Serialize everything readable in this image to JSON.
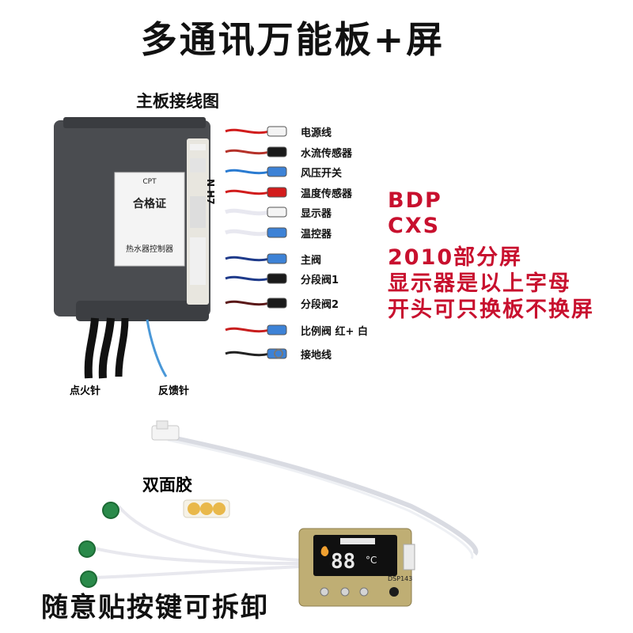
{
  "page": {
    "title": "多通讯万能板+屏",
    "subtitle": "主板接线图",
    "notes": [
      "BDP",
      "CXS",
      "2010部分屏",
      "显示器是以上字母",
      "开头可只换板不换屏"
    ],
    "footer": "随意贴按键可拆卸",
    "double_tape_label": "双面胶",
    "ignition_label": "点火针",
    "feedback_label": "反馈针"
  },
  "wires": [
    {
      "label": "电源线",
      "color": "#d11c1c"
    },
    {
      "label": "水流传感器",
      "color": "#b5322a"
    },
    {
      "label": "风压开关",
      "color": "#2a7bd1"
    },
    {
      "label": "温度传感器",
      "color": "#d11c1c"
    },
    {
      "label": "显示器",
      "color": "#e8e8f0"
    },
    {
      "label": "温控器",
      "color": "#e8e8f0"
    },
    {
      "label": "主阀",
      "color": "#1e3a8a"
    },
    {
      "label": "分段阀1",
      "color": "#1e3a8a"
    },
    {
      "label": "分段阀2",
      "color": "#5a1818"
    },
    {
      "label": "比例阀 红+ 白",
      "color": "#c81e1e"
    },
    {
      "label": "接地线",
      "color": "#222222"
    }
  ],
  "controller": {
    "label_cert": "合格证",
    "label_cpt": "CPT",
    "label_name": "热水器控制器",
    "label_side": "N H7"
  },
  "display": {
    "digits": "88",
    "unit": "°C",
    "model": "DSP143"
  }
}
